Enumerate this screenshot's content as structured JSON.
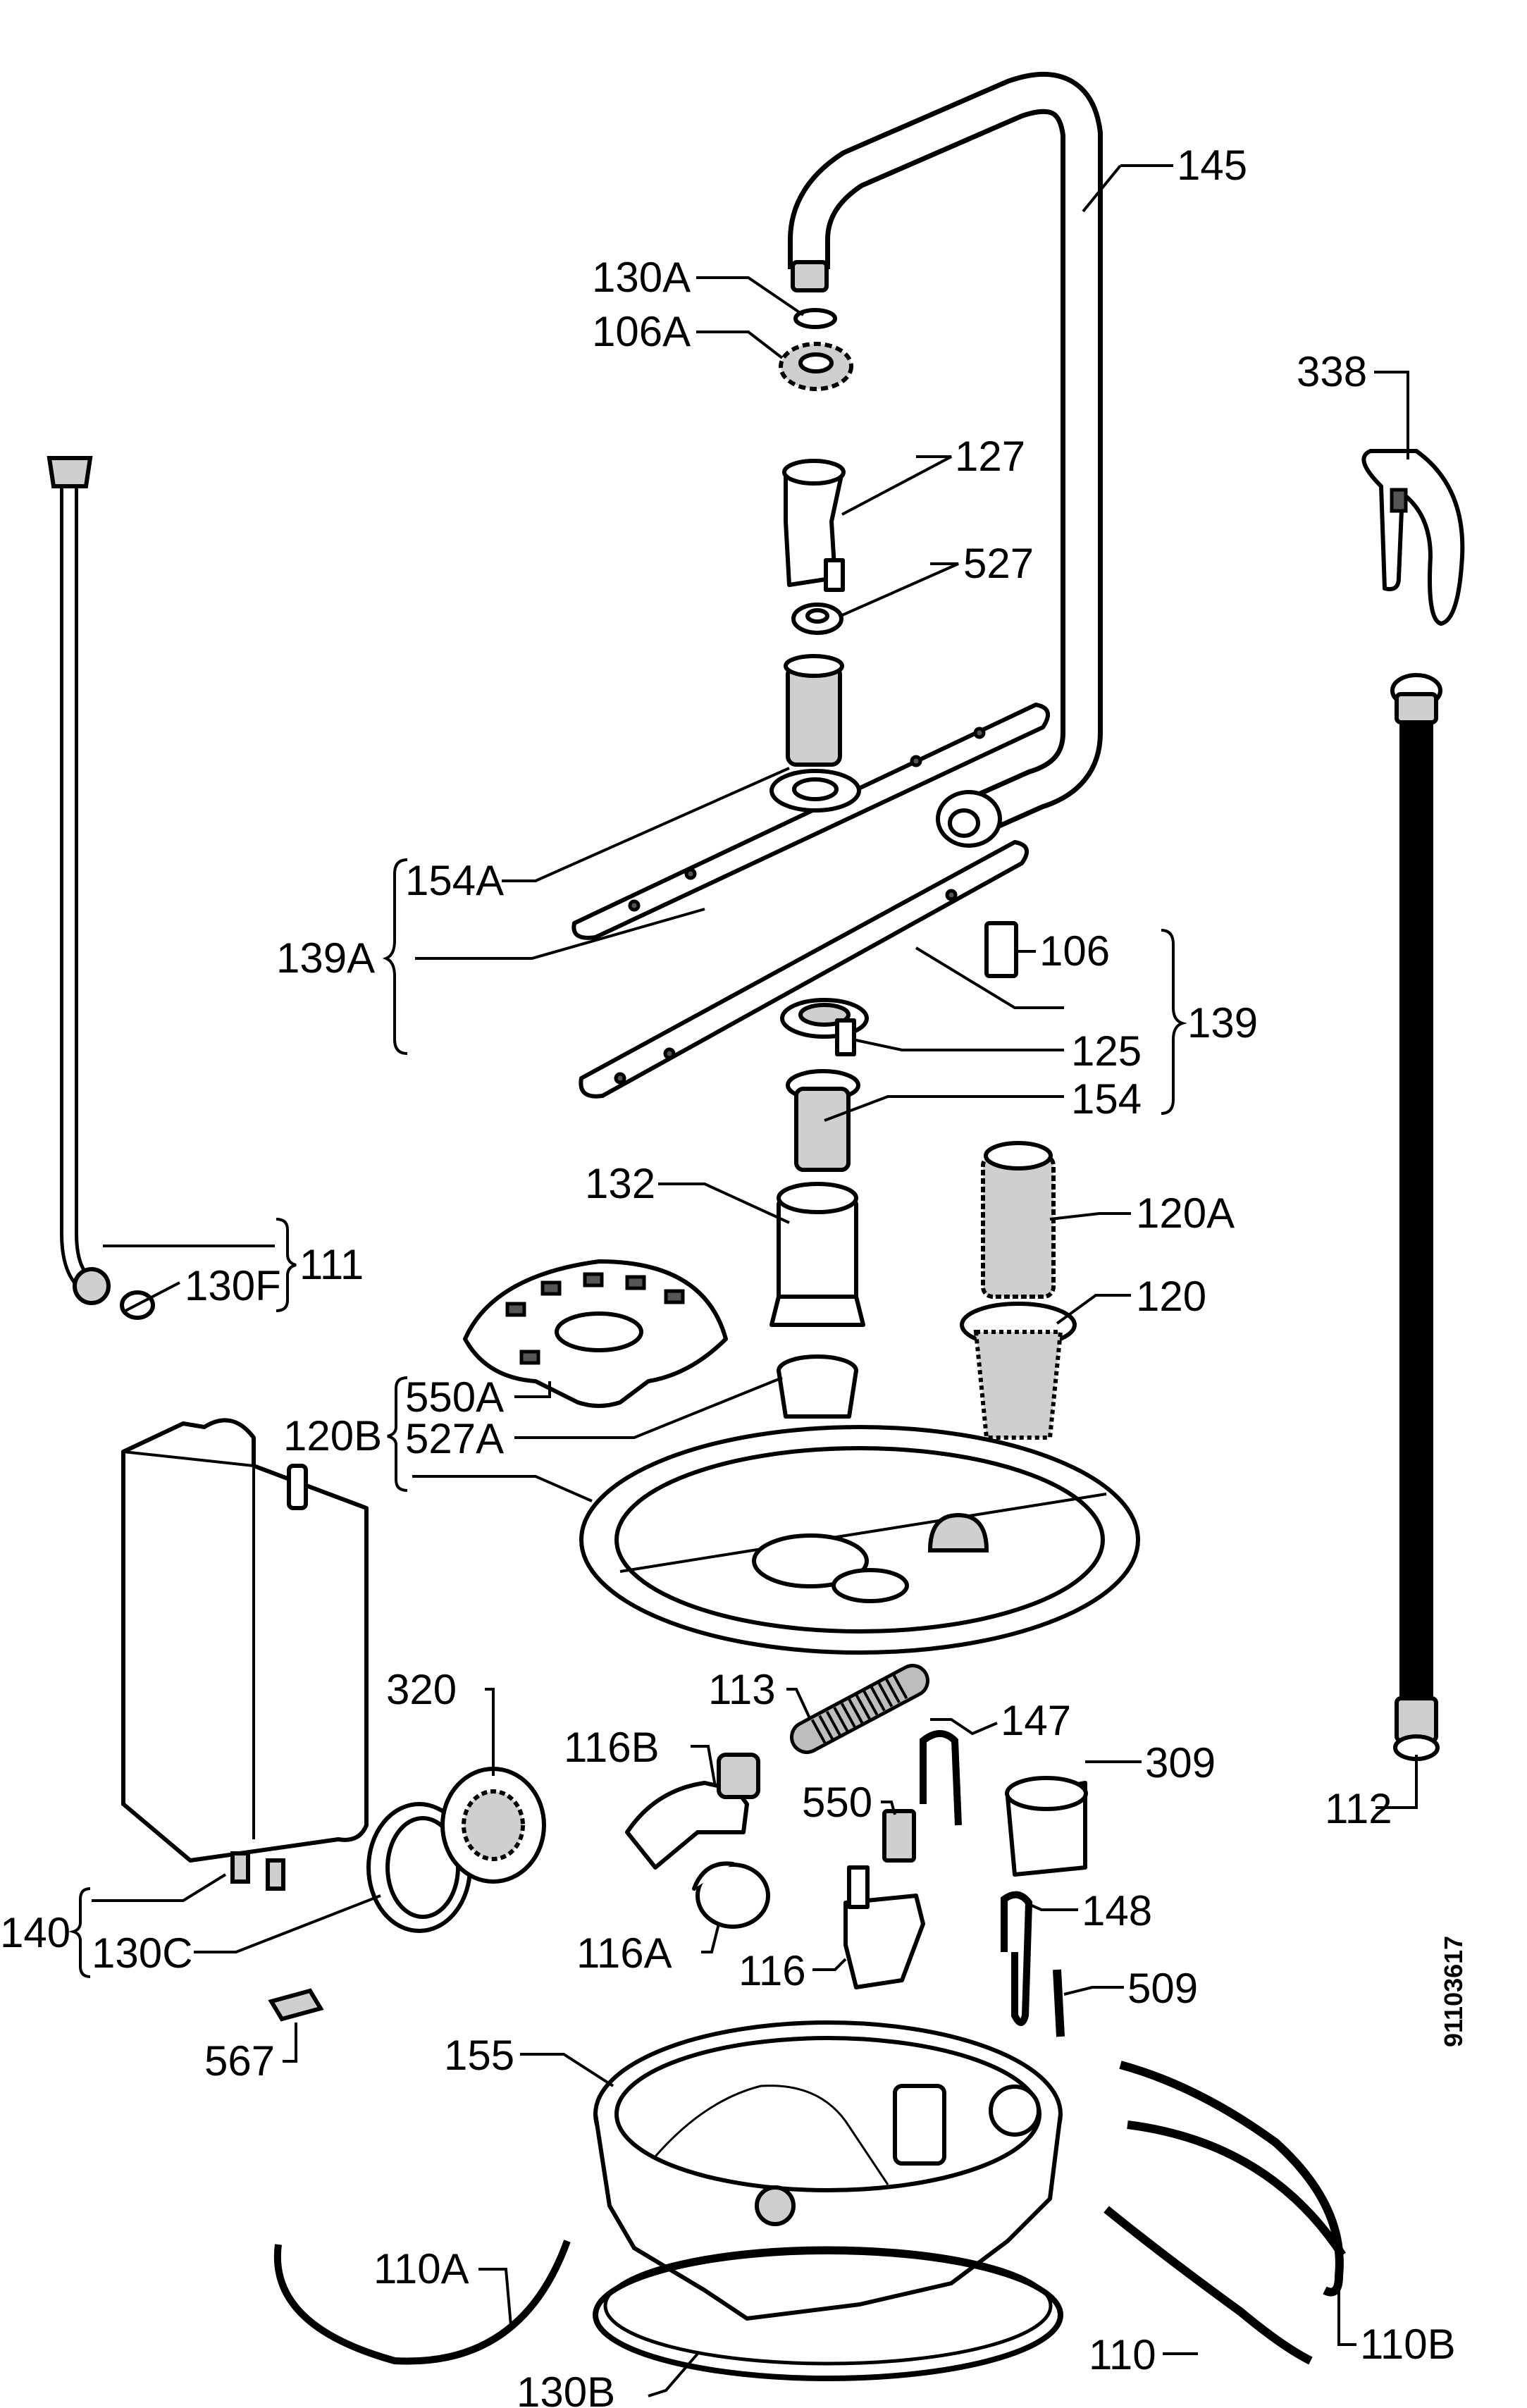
{
  "labels": {
    "l145": "145",
    "l130A_top": "130",
    "l106A": "106",
    "l338": "338",
    "l127": "127",
    "l527": "527",
    "l154A": "154",
    "l139A": "139",
    "l106": "106",
    "l139": "139",
    "l125": "125",
    "l154": "154",
    "l132": "132",
    "l120A": "120",
    "l120": "120",
    "l111": "111",
    "l130F": "130",
    "l550A": "550",
    "l527A": "527",
    "l120B": "120",
    "l320": "320",
    "l113": "113",
    "l147": "147",
    "l116B": "116",
    "l550": "550",
    "l309": "309",
    "l112": "112",
    "l140": "140",
    "l130C": "130",
    "l116A": "116",
    "l116": "116",
    "l148": "148",
    "l509": "509",
    "l567": "567",
    "l155": "155",
    "l110A": "110",
    "l110": "110",
    "l110B": "110",
    "l130B": "130"
  },
  "suffixes": {
    "s130A_top": "A",
    "s106A": "A",
    "s154A": "A",
    "s139A": "A",
    "s120A": "A",
    "s130F": "F",
    "s550A": "A",
    "s527A": "A",
    "s120B": "B",
    "s116B": "B",
    "s130C": "C",
    "s116A": "A",
    "s110A": "A",
    "s110B": "B",
    "s130B": "B"
  },
  "document_id": "91103617"
}
